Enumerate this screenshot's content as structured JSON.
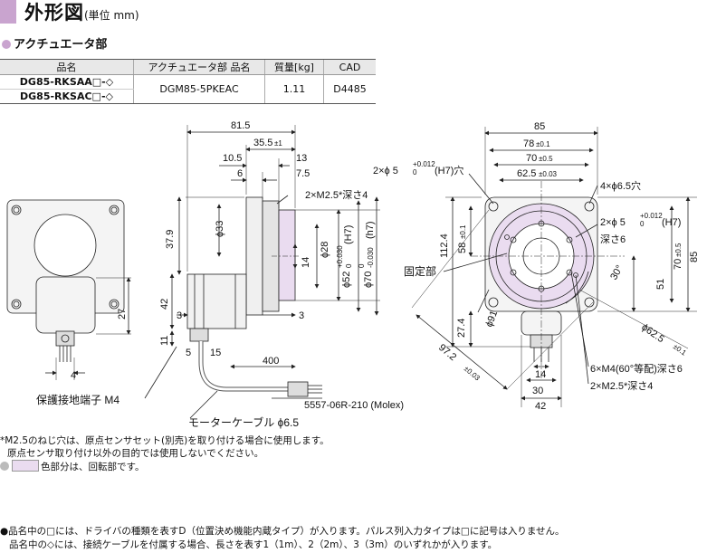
{
  "header": {
    "title": "外形図",
    "unit": "(単位 mm)"
  },
  "section": {
    "label": "アクチュエータ部"
  },
  "table": {
    "headers": [
      "品名",
      "アクチュエータ部 品名",
      "質量[kg]",
      "CAD"
    ],
    "models": [
      "DG85-RKSAA□-◇",
      "DG85-RKSAC□-◇"
    ],
    "actuator": "DGM85-5PKEAC",
    "mass": "1.11",
    "cad": "D4485"
  },
  "dims": {
    "d81_5": "81.5",
    "d35_5": "35.5",
    "tol_1": "±1",
    "d10_5": "10.5",
    "d13": "13",
    "d6": "6",
    "d7_5": "7.5",
    "m25": "2×M2.5*深さ4",
    "d37_9": "37.9",
    "phi33": "ϕ33",
    "phi28": "ϕ28",
    "d14": "14",
    "phi52": "ϕ52",
    "phi52_tol_up": "+0.030",
    "phi52_tol_lo": "0",
    "h7": "(H7)",
    "phi70": "ϕ70",
    "phi70_tol_up": "0",
    "phi70_tol_lo": "-0.030",
    "h7b": "(h7)",
    "d42": "42",
    "d3a": "3",
    "d3b": "3",
    "d11": "11",
    "d5": "5",
    "d15": "15",
    "d400": "400",
    "d27": "27",
    "d4": "4",
    "ground": "保護接地端子 M4",
    "connector": "5557-06R-210 (Molex)",
    "cable": "モーターケーブル ϕ6.5",
    "d85": "85",
    "d78": "78",
    "tol_1b": "±0.1",
    "d70": "70",
    "tol_05": "±0.5",
    "d62_5": "62.5",
    "tol_003": "±0.03",
    "hole4": "4×ϕ6.5穴",
    "pin2a": "2×ϕ 5",
    "pin_up": "+0.012",
    "pin_lo": "0",
    "pin_h7hole": "(H7)穴",
    "pin2b": "2×ϕ 5",
    "pin_h7": "(H7)",
    "depth6": "深さ6",
    "d112_4": "112.4",
    "d58": "58",
    "tol_01": "±0.1",
    "fixed": "固定部",
    "d30deg": "30°",
    "d51": "51",
    "d70v": "70",
    "tol_05v": "±0.5",
    "d85v": "85",
    "d27_4": "27.4",
    "phi91": "ϕ91",
    "phi62_5": "ϕ62.5",
    "tol_01c": "±0.1",
    "d97_2": "97.2",
    "tol_003b": "±0.03",
    "m4": "6×M4(60°等配)深さ6",
    "m25b": "2×M2.5*深さ4",
    "d14b": "14",
    "d30": "30",
    "d42b": "42"
  },
  "notes": {
    "n1": "*M2.5のねじ穴は、原点センサセット(別売)を取り付ける場合に使用します。",
    "n2": "原点センサ取り付け以外の目的では使用しないでください。",
    "n3": "色部分は、回転部です。",
    "f1": "●品名中の□には、ドライバの種類を表すD（位置決め機能内蔵タイプ）が入ります。パルス列入力タイプは□に記号は入りません。",
    "f2": "品名中の◇には、接続ケーブルを付属する場合、長さを表す1（1m）、2（2m）、3（3m）のいずれかが入ります。"
  },
  "colors": {
    "accent": "#c9a4cf",
    "rotating": "#eadcf0"
  }
}
